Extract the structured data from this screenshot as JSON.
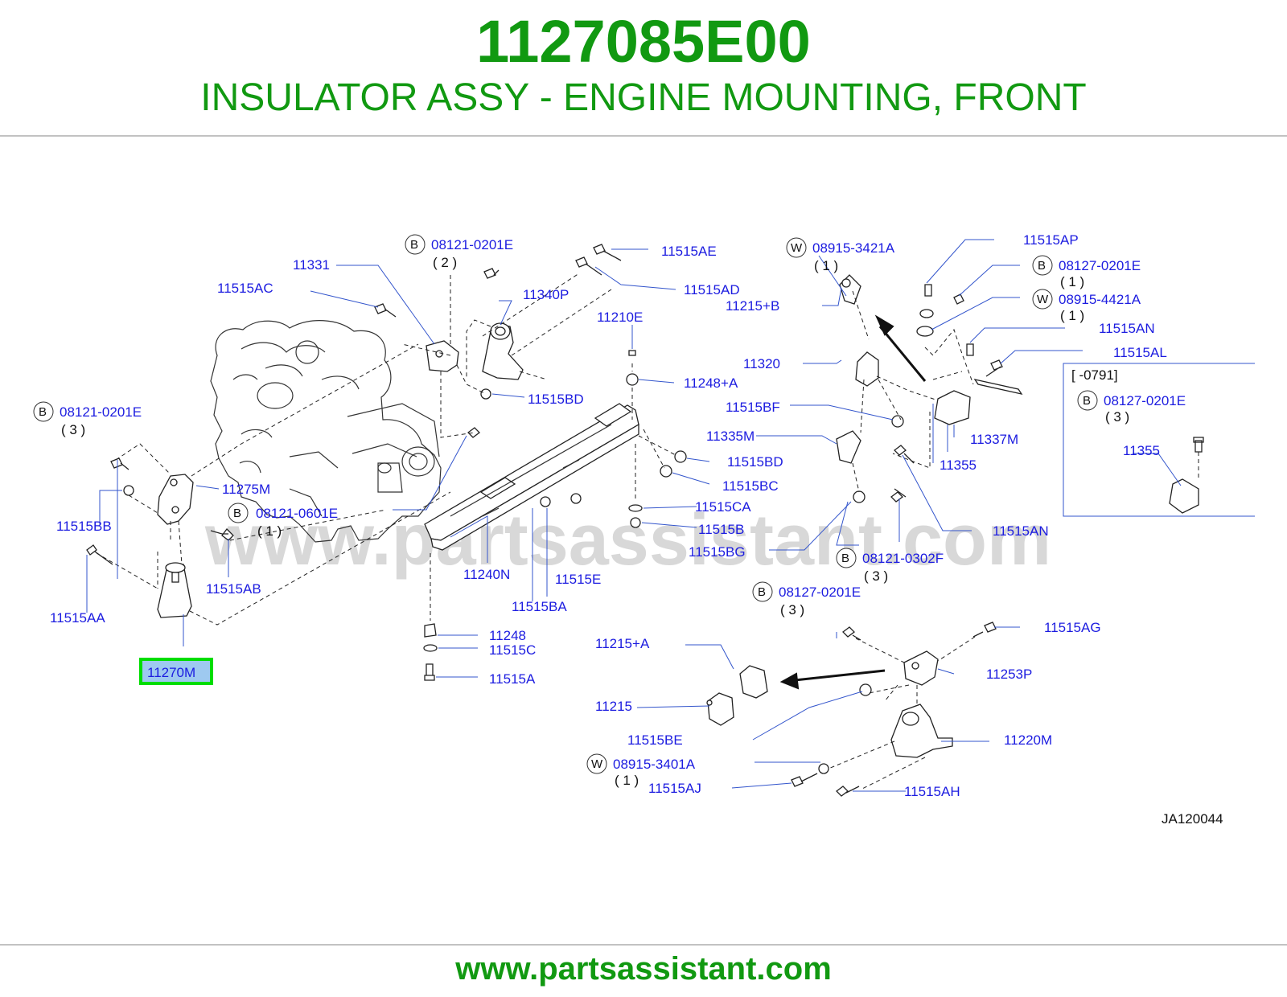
{
  "header": {
    "part_number": "1127085E00",
    "part_name": "INSULATOR ASSY - ENGINE MOUNTING, FRONT"
  },
  "diagram": {
    "watermark": "www.partsassistant.com",
    "code": "JA120044",
    "highlight_color": "#00dd00",
    "label_color": "#1c1ce0",
    "inset_range": "[          -0791]",
    "callouts": {
      "p11331": "11331",
      "p11515AC": "11515AC",
      "b1_code": "08121-0201E",
      "b1_qty": "( 2 )",
      "p11340P": "11340P",
      "p11515AE": "11515AE",
      "p11515AD": "11515AD",
      "p11210E": "11210E",
      "p11248A": "11248+A",
      "p11515BD_a": "11515BD",
      "b2_code": "08121-0201E",
      "b2_qty": "( 3 )",
      "p11275M": "11275M",
      "p11515BB": "11515BB",
      "b3_code": "08121-0601E",
      "b3_qty": "( 1 )",
      "p11515AB": "11515AB",
      "p11515AA": "11515AA",
      "p11270M": "11270M",
      "p11240N": "11240N",
      "p11515E": "11515E",
      "p11515BA": "11515BA",
      "p11248": "11248",
      "p11515C": "11515C",
      "p11515A": "11515A",
      "p11515BD_b": "11515BD",
      "p11515BC": "11515BC",
      "p11515CA": "11515CA",
      "p11515B": "11515B",
      "p11515BG": "11515BG",
      "w1_code": "08915-3421A",
      "w1_qty": "( 1 )",
      "p11215B": "11215+B",
      "p11515AP": "11515AP",
      "b4_code": "08127-0201E",
      "b4_qty": "( 1 )",
      "w2_code": "08915-4421A",
      "w2_qty": "( 1 )",
      "p11515AN_a": "11515AN",
      "p11515AL": "11515AL",
      "p11320": "11320",
      "p11515BF": "11515BF",
      "p11337M": "11337M",
      "p11335M": "11335M",
      "p11355_a": "11355",
      "b5_code": "08127-0201E",
      "b5_qty": "( 3 )",
      "p11355_b": "11355",
      "p11515AN_b": "11515AN",
      "b6_code": "08121-0302F",
      "b6_qty": "( 3 )",
      "b7_code": "08127-0201E",
      "b7_qty": "( 3 )",
      "p11515AG": "11515AG",
      "p11215A": "11215+A",
      "p11253P": "11253P",
      "p11215": "11215",
      "p11515BE": "11515BE",
      "p11220M": "11220M",
      "w3_code": "08915-3401A",
      "w3_qty": "( 1 )",
      "p11515AJ": "11515AJ",
      "p11515AH": "11515AH"
    },
    "markers": {
      "bolt": "B",
      "washer": "W"
    }
  },
  "footer": {
    "url": "www.partsassistant.com"
  }
}
